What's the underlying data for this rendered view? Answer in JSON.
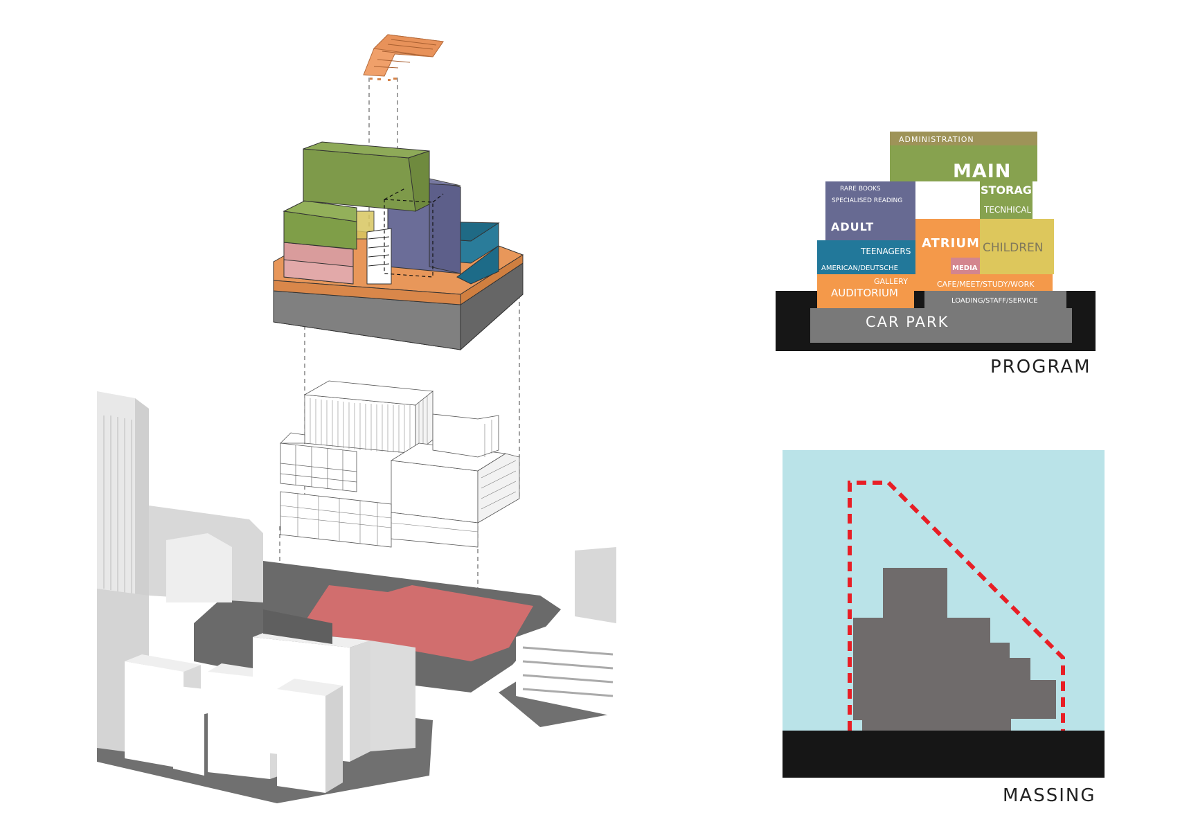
{
  "colors": {
    "green": "#87a24f",
    "olive": "#9e9358",
    "purple": "#676a92",
    "teal": "#22789a",
    "orange": "#f4994a",
    "yellow": "#ddc75c",
    "pink": "#d9a0a0",
    "media_pink": "#d3858e",
    "gray": "#797979",
    "black": "#161616",
    "site_red": "#d16e6e",
    "sky": "#bae3e8",
    "mass": "#6f6b6b",
    "dash_red": "#e81e25"
  },
  "program": {
    "caption": "PROGRAM",
    "blocks": {
      "administration": "ADMINISTRATION",
      "main": "MAIN",
      "storage": "STORAGE",
      "technical": "TECNHICAL",
      "rare_books": "RARE BOOKS",
      "specialised_reading": "SPECIALISED READING",
      "adult": "ADULT",
      "atrium": "ATRIUM",
      "children": "CHILDREN",
      "teenagers": "TEENAGERS",
      "american_deutsche": "AMERICAN/DEUTSCHE",
      "media": "MEDIA",
      "gallery": "GALLERY",
      "auditorium": "AUDITORIUM",
      "cafe": "CAFE/MEET/STUDY/WORK",
      "loading": "LOADING/STAFF/SERVICE",
      "car_park": "CAR PARK"
    }
  },
  "massing": {
    "caption": "MASSING"
  }
}
